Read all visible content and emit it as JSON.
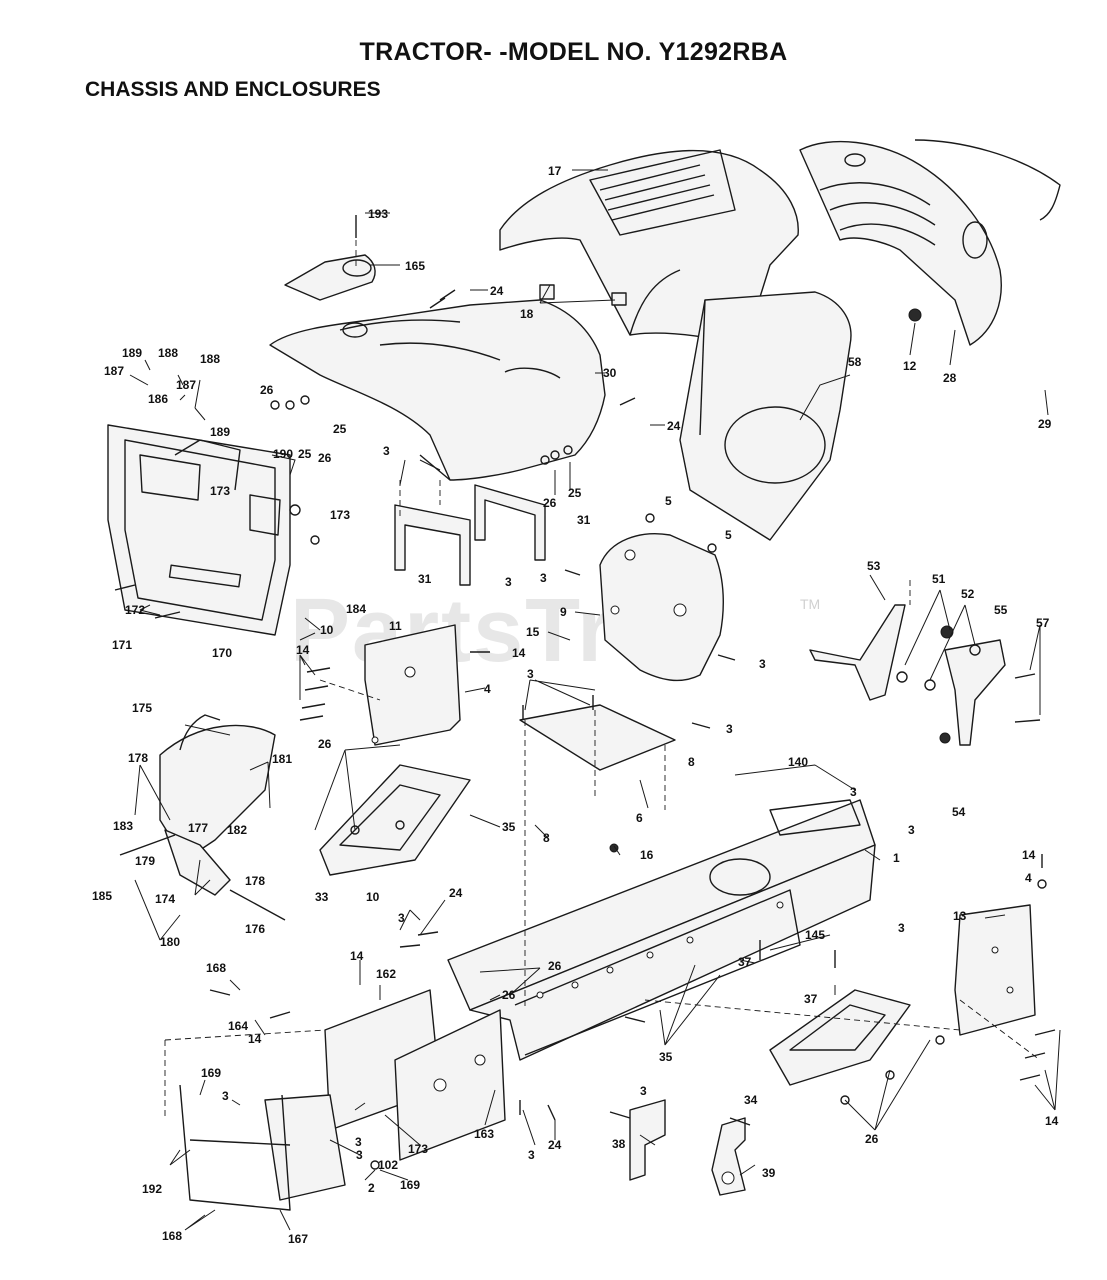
{
  "header": {
    "title": "TRACTOR- -MODEL NO. Y1292RBA",
    "section": "CHASSIS AND ENCLOSURES"
  },
  "watermark": "PartsTree",
  "watermark_mark": "TM",
  "callouts": {
    "c193": "193",
    "c165": "165",
    "c24a": "24",
    "c17": "17",
    "c18": "18",
    "c29": "29",
    "c12": "12",
    "c28": "28",
    "c30": "30",
    "c58": "58",
    "c24b": "24",
    "c189a": "189",
    "c188a": "188",
    "c187a": "187",
    "c188b": "188",
    "c186": "186",
    "c187b": "187",
    "c189b": "189",
    "c26a": "26",
    "c25a": "25",
    "c190": "190",
    "c25b": "25",
    "c26b": "26",
    "c173a": "173",
    "c173b": "173",
    "c3a": "3",
    "c26c": "26",
    "c25c": "25",
    "c31a": "31",
    "c31b": "31",
    "c3b": "3",
    "c3c": "3",
    "c5a": "5",
    "c5b": "5",
    "c172": "172",
    "c171": "171",
    "c170": "170",
    "c184": "184",
    "c10a": "10",
    "c11": "11",
    "c15": "15",
    "c9": "9",
    "c53": "53",
    "c51": "51",
    "c52": "52",
    "c55": "55",
    "c57": "57",
    "c3d": "3",
    "c14a": "14",
    "c14b": "14",
    "c4a": "4",
    "c3e": "3",
    "c3f": "3",
    "c175": "175",
    "c178a": "178",
    "c181": "181",
    "c26d": "26",
    "c35a": "35",
    "c8a": "8",
    "c8b": "8",
    "c140": "140",
    "c3g": "3",
    "c3h": "3",
    "c54": "54",
    "c6": "6",
    "c183": "183",
    "c177": "177",
    "c182": "182",
    "c179": "179",
    "c178b": "178",
    "c16": "16",
    "c1": "1",
    "c14c": "14",
    "c4b": "4",
    "c185": "185",
    "c174": "174",
    "c33": "33",
    "c10b": "10",
    "c176": "176",
    "c180": "180",
    "c24c": "24",
    "c3i": "3",
    "c3j": "3",
    "c13": "13",
    "c145": "145",
    "c37a": "37",
    "c37b": "37",
    "c168a": "168",
    "c14d": "14",
    "c162": "162",
    "c26e": "26",
    "c26f": "26",
    "c164": "164",
    "c14e": "14",
    "c35b": "35",
    "c169a": "169",
    "c3k": "3",
    "c34": "34",
    "c14f": "14",
    "c3l": "3",
    "c163": "163",
    "c24d": "24",
    "c3m": "3",
    "c173c": "173",
    "c102": "102",
    "c3n": "3",
    "c38": "38",
    "c3o": "3",
    "c26g": "26",
    "c192": "192",
    "c2": "2",
    "c169b": "169",
    "c39": "39",
    "c168b": "168",
    "c167": "167"
  }
}
